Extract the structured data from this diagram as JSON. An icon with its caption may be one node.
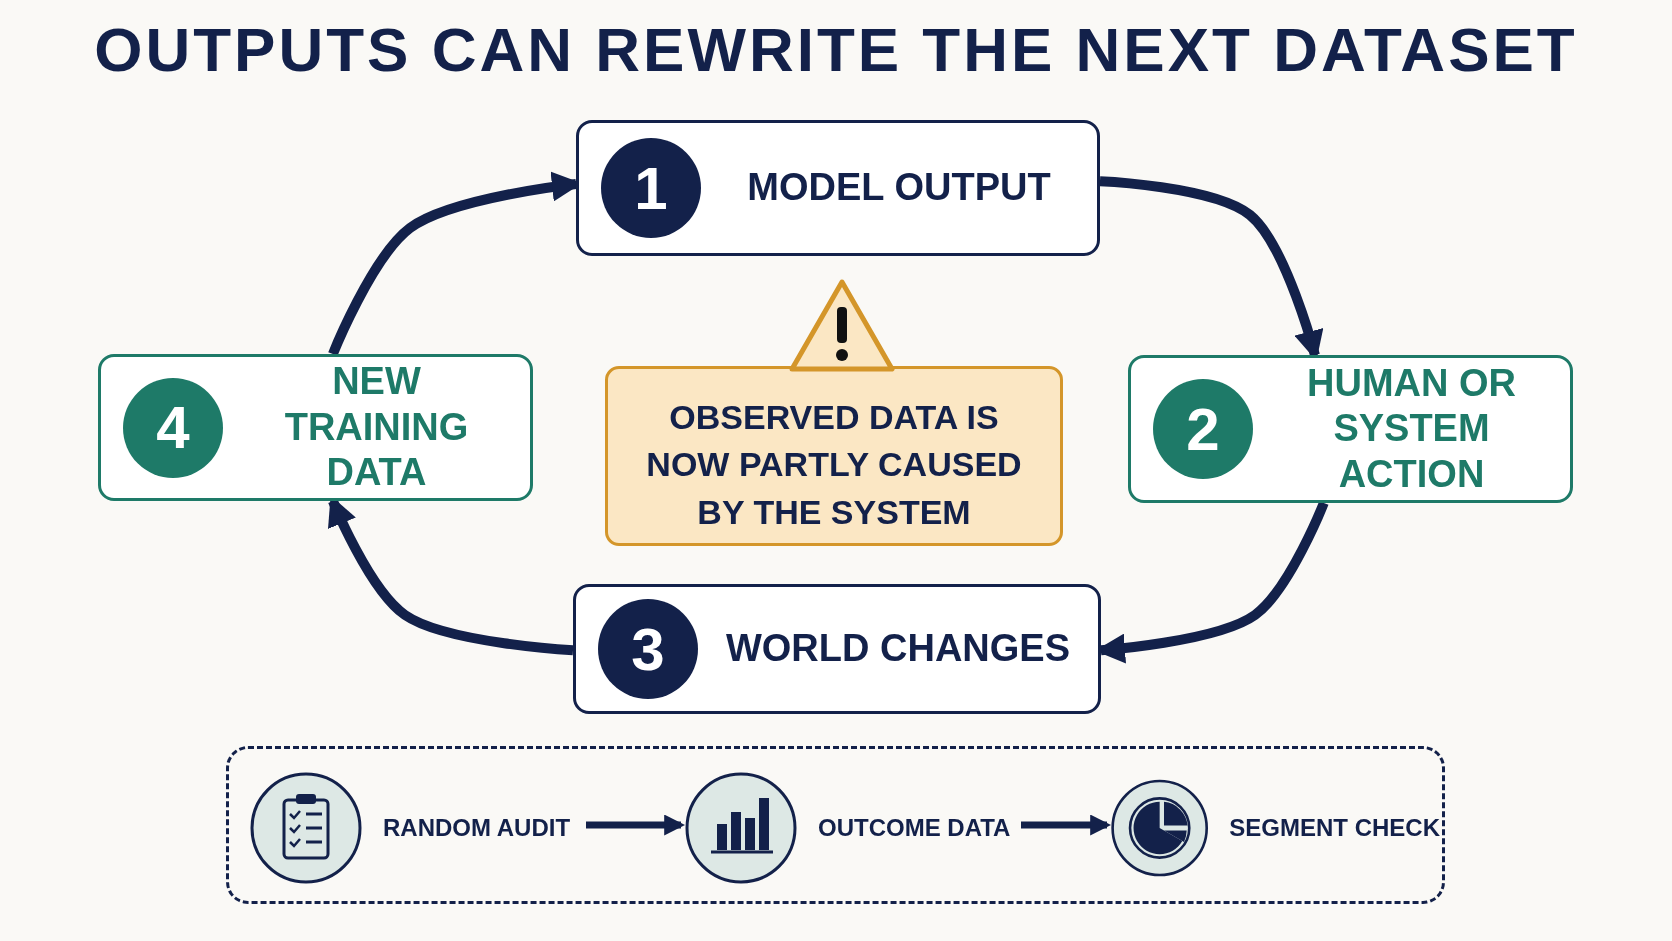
{
  "diagram": {
    "title": "OUTPUTS CAN REWRITE THE NEXT DATASET",
    "nodes": [
      {
        "text": [
          "1",
          "MODEL OUTPUT"
        ]
      },
      {
        "text": [
          "2",
          "HUMAN OR SYSTEM ACTION"
        ]
      },
      {
        "text": [
          "3",
          "WORLD CHANGES"
        ]
      },
      {
        "text": [
          "4",
          "NEW TRAINING DATA"
        ]
      },
      {
        "text": [
          "OBSERVED DATA IS NOW PARTLY CAUSED BY THE SYSTEM"
        ]
      },
      {
        "text": [],
        "shape": "box"
      },
      {
        "text": [
          "RANDOM AUDIT"
        ],
        "in": 5
      },
      {
        "text": [
          "OUTCOME DATA"
        ],
        "in": 5
      },
      {
        "text": [
          "SEGMENT CHECK"
        ],
        "in": 5
      }
    ],
    "edges": [
      {
        "from": 0,
        "to": 1,
        "arrow": "to"
      },
      {
        "from": 1,
        "to": 2,
        "arrow": "to"
      },
      {
        "from": 2,
        "to": 3,
        "arrow": "to"
      },
      {
        "from": 3,
        "to": 0,
        "arrow": "to"
      },
      {
        "from": 6,
        "to": 7,
        "arrow": "to"
      },
      {
        "from": 7,
        "to": 8,
        "arrow": "to"
      }
    ]
  }
}
